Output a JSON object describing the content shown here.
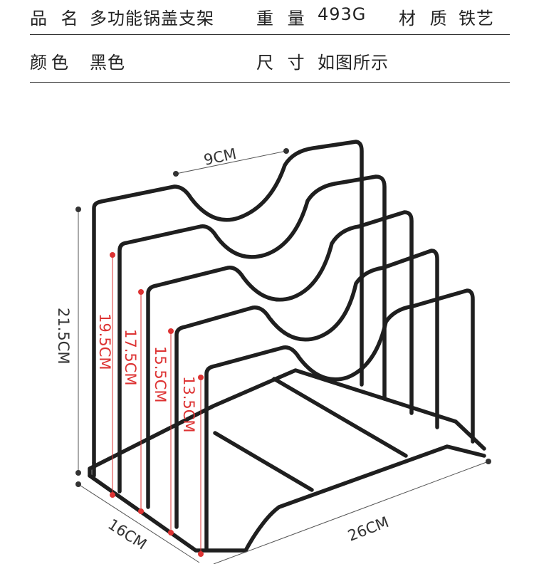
{
  "specs": {
    "name_label": "品 名",
    "name_value": "多功能锅盖支架",
    "weight_label": "重 量",
    "weight_value": "493G",
    "material_label": "材 质",
    "material_value": "铁艺",
    "color_label": "颜色",
    "color_value": "黑色",
    "size_label": "尺 寸",
    "size_value": "如图所示"
  },
  "dimensions": {
    "top_width": "9CM",
    "height_total": "21.5CM",
    "divider_1": "19.5CM",
    "divider_2": "17.5CM",
    "divider_3": "15.5CM",
    "divider_4": "13.5CM",
    "depth": "16CM",
    "length": "26CM"
  },
  "colors": {
    "frame": "#1f1f1f",
    "dimension_red": "#dd3333",
    "dimension_gray": "#555555"
  }
}
